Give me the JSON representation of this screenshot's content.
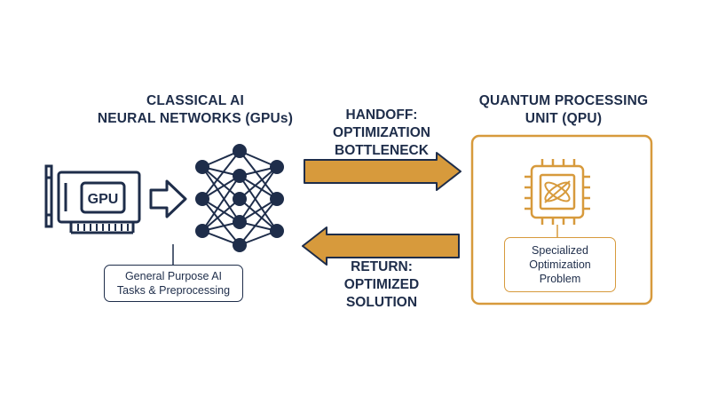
{
  "classical": {
    "title_line1": "CLASSICAL AI",
    "title_line2": "NEURAL NETWORKS (GPUs)",
    "gpu_label": "GPU",
    "callout_line1": "General Purpose AI",
    "callout_line2": "Tasks & Preprocessing"
  },
  "handoff": {
    "line1": "HANDOFF:",
    "line2": "OPTIMIZATION",
    "line3": "BOTTLENECK"
  },
  "return_path": {
    "line1": "RETURN:",
    "line2": "OPTIMIZED",
    "line3": "SOLUTION"
  },
  "quantum": {
    "title_line1": "QUANTUM PROCESSING",
    "title_line2": "UNIT (QPU)",
    "callout_line1": "Specialized",
    "callout_line2": "Optimization",
    "callout_line3": "Problem"
  },
  "colors": {
    "navy": "#1e2d4a",
    "gold": "#d79a3c"
  }
}
